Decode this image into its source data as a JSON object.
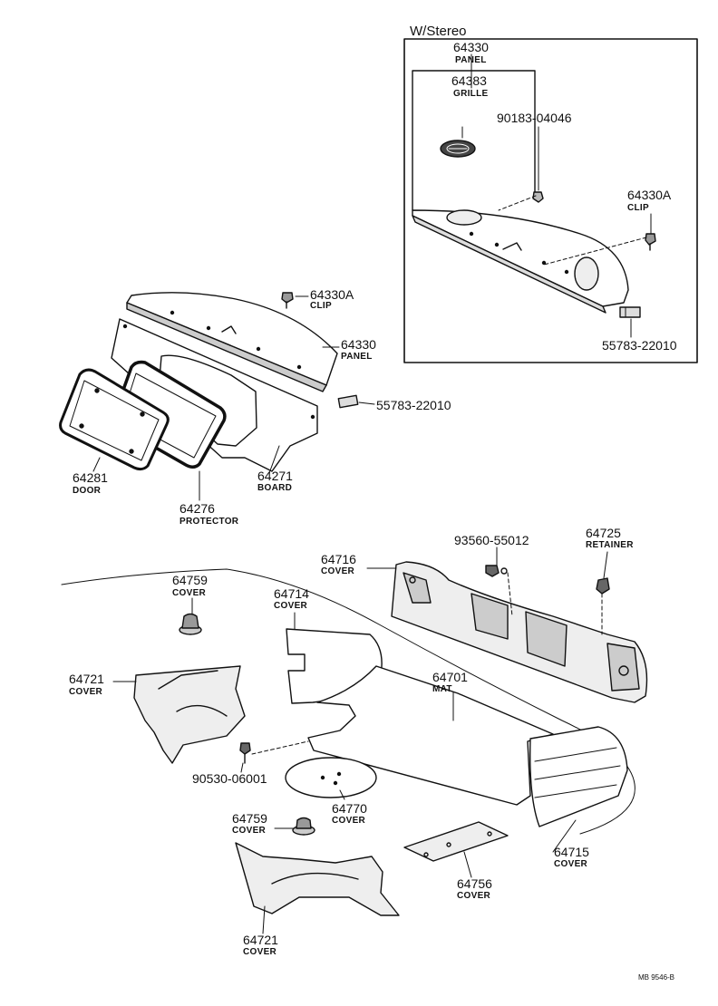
{
  "inset": {
    "title": "W/Stereo"
  },
  "parts": {
    "p64330_inset": {
      "number": "64330",
      "name": "PANEL"
    },
    "p64383": {
      "number": "64383",
      "name": "GRILLE"
    },
    "p90183": {
      "number": "90183-04046"
    },
    "p64330A_inset": {
      "number": "64330A",
      "name": "CLIP"
    },
    "p55783_inset": {
      "number": "55783-22010"
    },
    "p64330A": {
      "number": "64330A",
      "name": "CLIP"
    },
    "p64330": {
      "number": "64330",
      "name": "PANEL"
    },
    "p55783": {
      "number": "55783-22010"
    },
    "p64281": {
      "number": "64281",
      "name": "DOOR"
    },
    "p64271": {
      "number": "64271",
      "name": "BOARD"
    },
    "p64276": {
      "number": "64276",
      "name": "PROTECTOR"
    },
    "p93560": {
      "number": "93560-55012"
    },
    "p64725": {
      "number": "64725",
      "name": "RETAINER"
    },
    "p64716": {
      "number": "64716",
      "name": "COVER"
    },
    "p64759a": {
      "number": "64759",
      "name": "COVER"
    },
    "p64714": {
      "number": "64714",
      "name": "COVER"
    },
    "p64721a": {
      "number": "64721",
      "name": "COVER"
    },
    "p64701": {
      "number": "64701",
      "name": "MAT"
    },
    "p90530": {
      "number": "90530-06001"
    },
    "p64770": {
      "number": "64770",
      "name": "COVER"
    },
    "p64759b": {
      "number": "64759",
      "name": "COVER"
    },
    "p64715": {
      "number": "64715",
      "name": "COVER"
    },
    "p64756": {
      "number": "64756",
      "name": "COVER"
    },
    "p64721b": {
      "number": "64721",
      "name": "COVER"
    }
  },
  "drawing_code": "MB 9546-B"
}
